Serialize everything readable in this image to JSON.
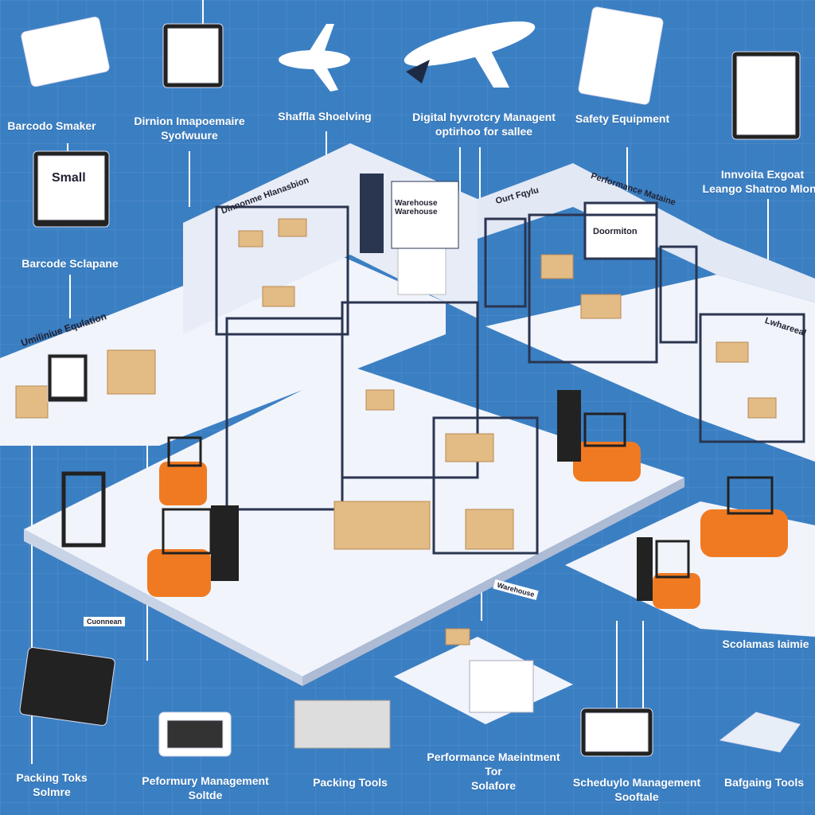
{
  "labels": {
    "barcode_smaker": "Barcodo Smaker",
    "dimension_software": "Dirnion Imapoemaire\nSyofwuure",
    "shelving": "Shaffla Shoelving",
    "digital_inventory": "Digital hyvrotcry Managent\noptirhoo for sallee",
    "safety_equipment": "Safety Equipment",
    "innovative": "Innvoita Exgoat\nLeango Shatroo Mlone",
    "barcode_sclapane": "Barcode Sclapane",
    "umiliniue": "Umiliniue Equlation",
    "scolamas": "Scolamas Iaimie",
    "packing_toks": "Packing Toks\nSolmre",
    "performance_mgmt": "Peformury Management\nSoltde",
    "packing_tools": "Packing Tools",
    "performance_maint": "Performance Maeintment\nTor\nSolafore",
    "schedule_mgmt": "Scheduylo Management\nSooftale",
    "bagging_tools": "Bafgaing Tools"
  },
  "signs": {
    "warehouse_left": "Dinnonme Hlanasbion",
    "warehouse_door": "Warehouse\nWarehouse",
    "outer_frame": "Ourt Fqylu",
    "performance": "Performance Mataine",
    "distribution": "Doormiton",
    "warehouse_right": "Lwhareeal",
    "monitor_small": "Small",
    "floor_tag": "Cuonnean",
    "dock_sign": "Warehouse"
  },
  "colors": {
    "background": "#3b7fc3",
    "floor": "#f1f4fb",
    "forklift": "#f07a22",
    "box": "#e3bb84",
    "rack": "#2a3550"
  }
}
